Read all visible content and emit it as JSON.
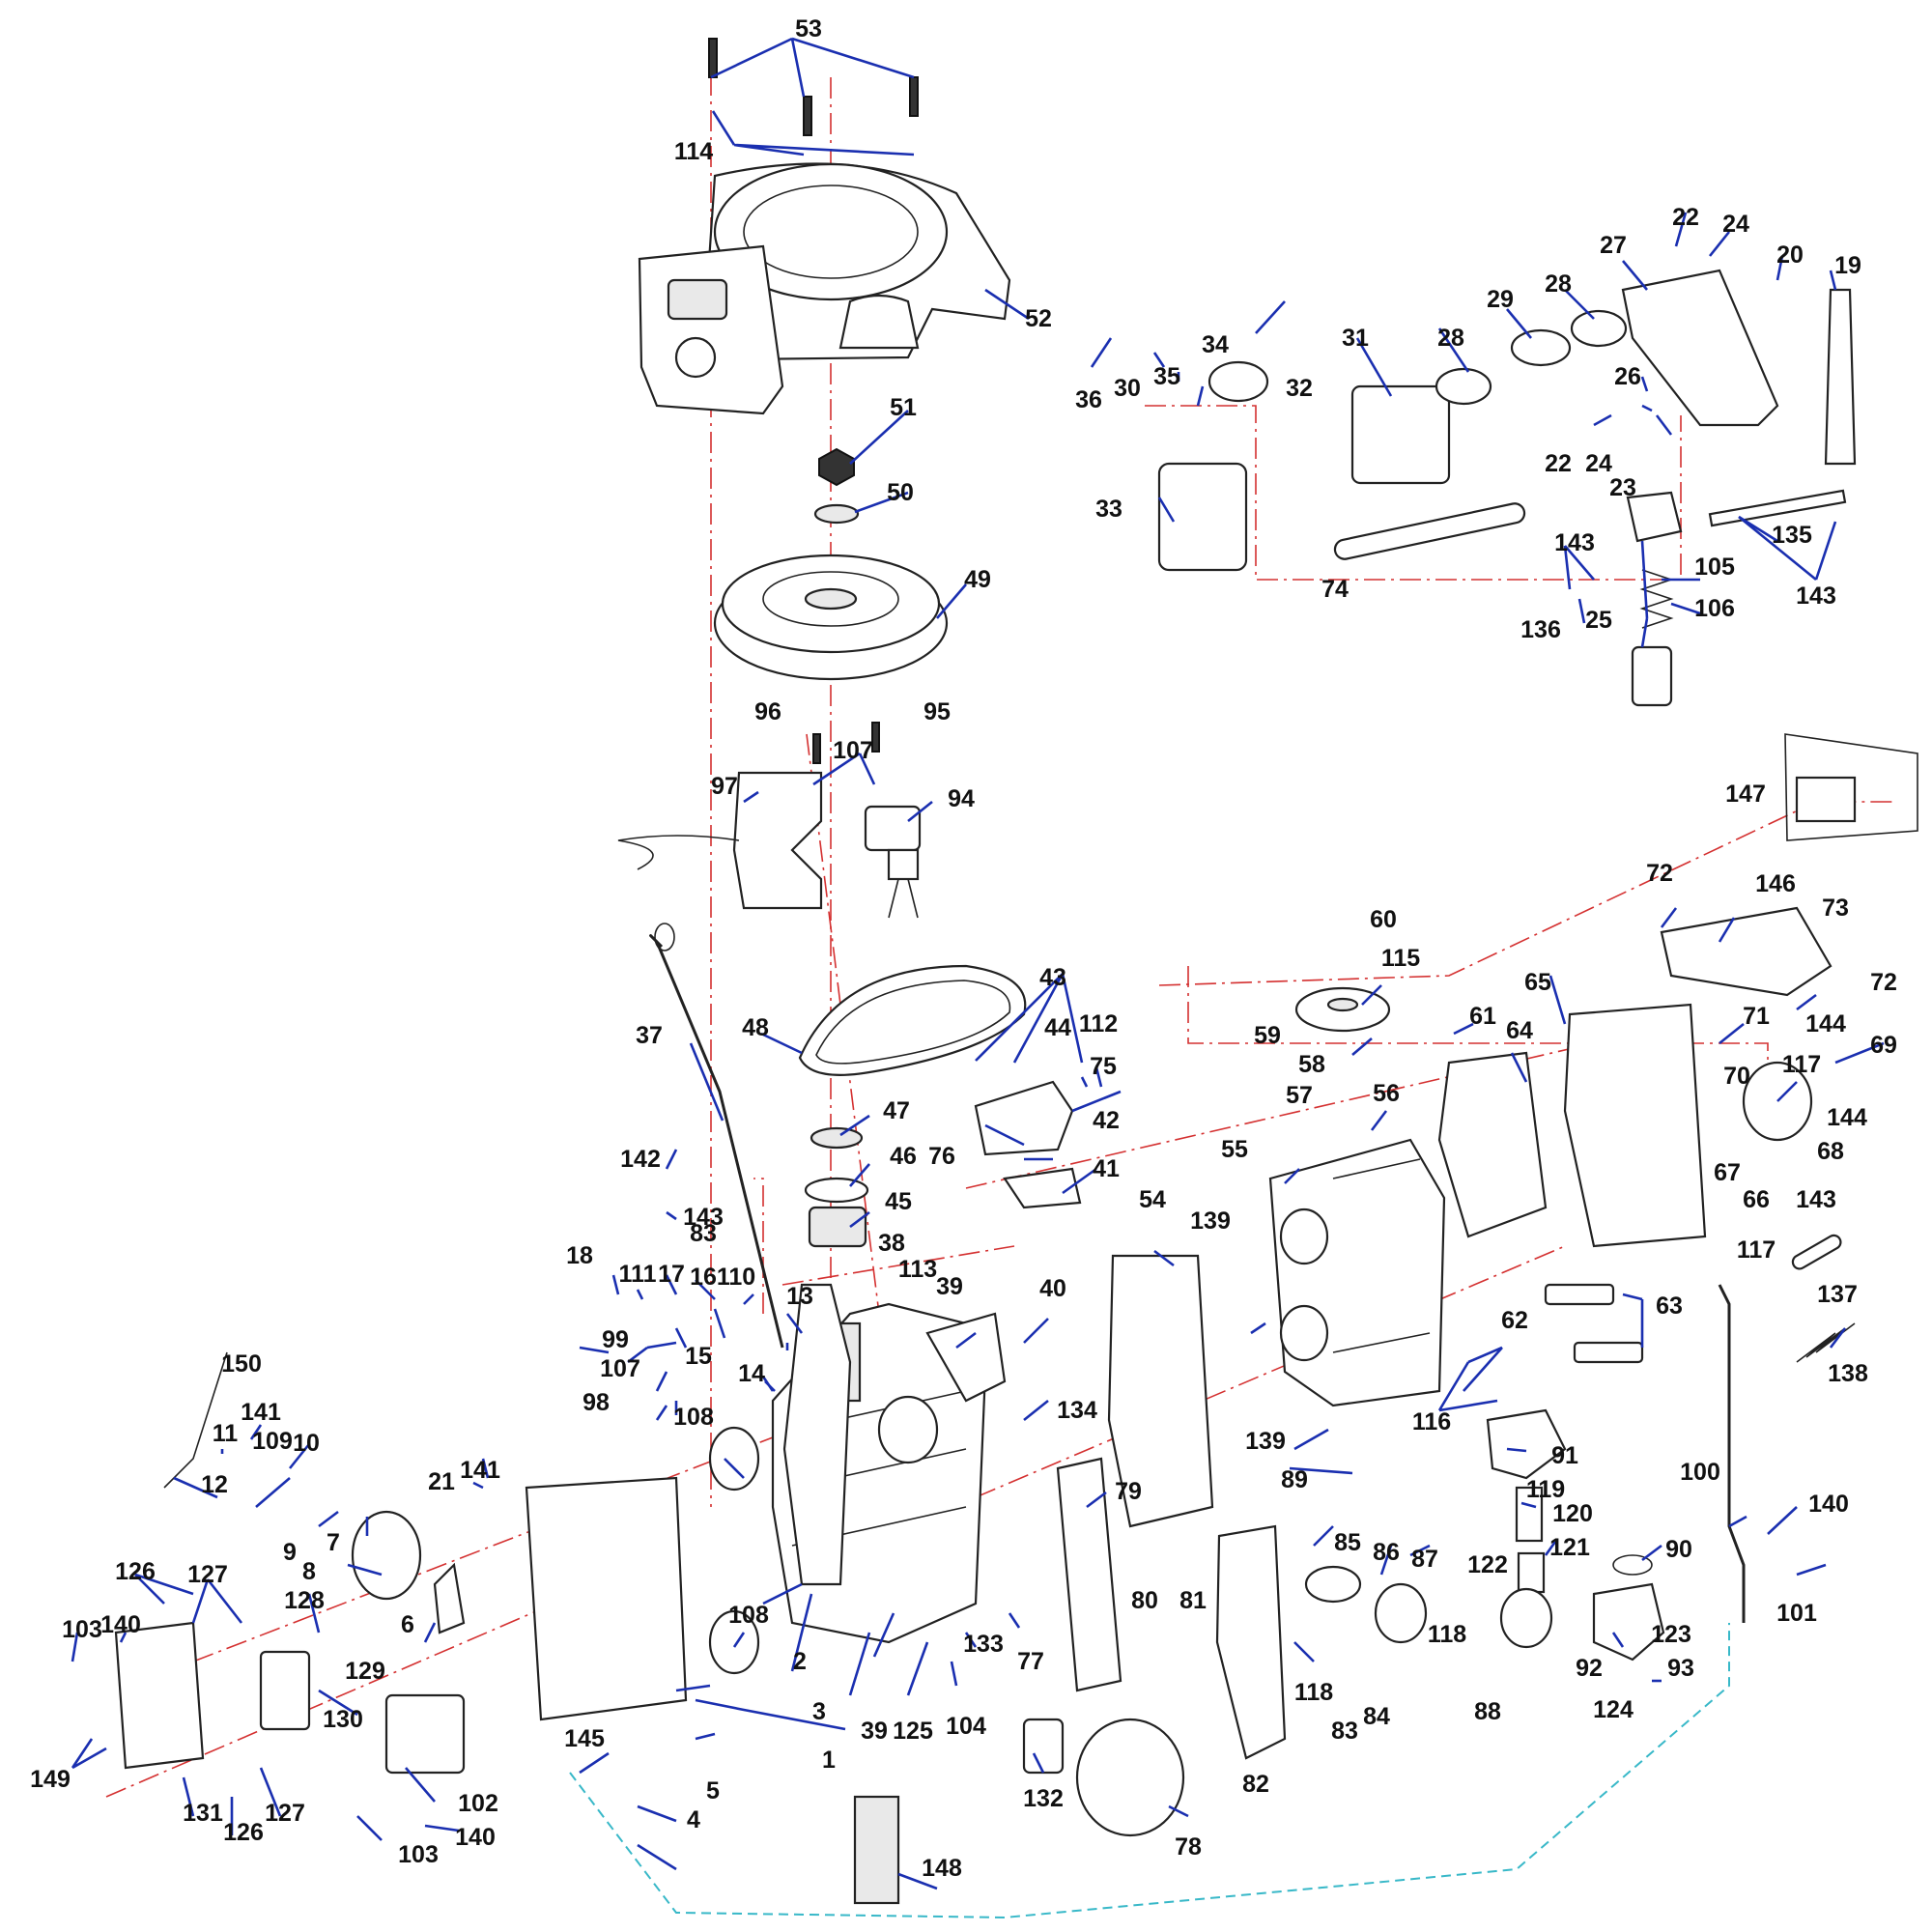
{
  "callouts": [
    "1",
    "2",
    "3",
    "4",
    "5",
    "6",
    "7",
    "8",
    "9",
    "10",
    "11",
    "12",
    "13",
    "14",
    "15",
    "16",
    "17",
    "18",
    "19",
    "20",
    "21",
    "22",
    "23",
    "24",
    "25",
    "26",
    "27",
    "28",
    "29",
    "30",
    "31",
    "32",
    "33",
    "34",
    "35",
    "36",
    "37",
    "38",
    "39",
    "40",
    "41",
    "42",
    "43",
    "44",
    "45",
    "46",
    "47",
    "48",
    "49",
    "50",
    "51",
    "52",
    "53",
    "54",
    "55",
    "56",
    "57",
    "58",
    "59",
    "60",
    "61",
    "62",
    "63",
    "64",
    "65",
    "66",
    "67",
    "68",
    "69",
    "70",
    "71",
    "72",
    "73",
    "74",
    "75",
    "76",
    "77",
    "78",
    "79",
    "80",
    "81",
    "82",
    "83",
    "84",
    "85",
    "86",
    "87",
    "88",
    "89",
    "90",
    "91",
    "92",
    "93",
    "94",
    "95",
    "96",
    "97",
    "98",
    "99",
    "100",
    "101",
    "102",
    "103",
    "104",
    "105",
    "106",
    "107",
    "108",
    "109",
    "110",
    "111",
    "112",
    "113",
    "114",
    "115",
    "116",
    "117",
    "118",
    "119",
    "120",
    "121",
    "122",
    "123",
    "124",
    "125",
    "126",
    "127",
    "128",
    "129",
    "130",
    "131",
    "132",
    "133",
    "134",
    "135",
    "136",
    "137",
    "138",
    "139",
    "140",
    "141",
    "142",
    "143",
    "144",
    "145",
    "146",
    "147",
    "148",
    "149",
    "150"
  ]
}
